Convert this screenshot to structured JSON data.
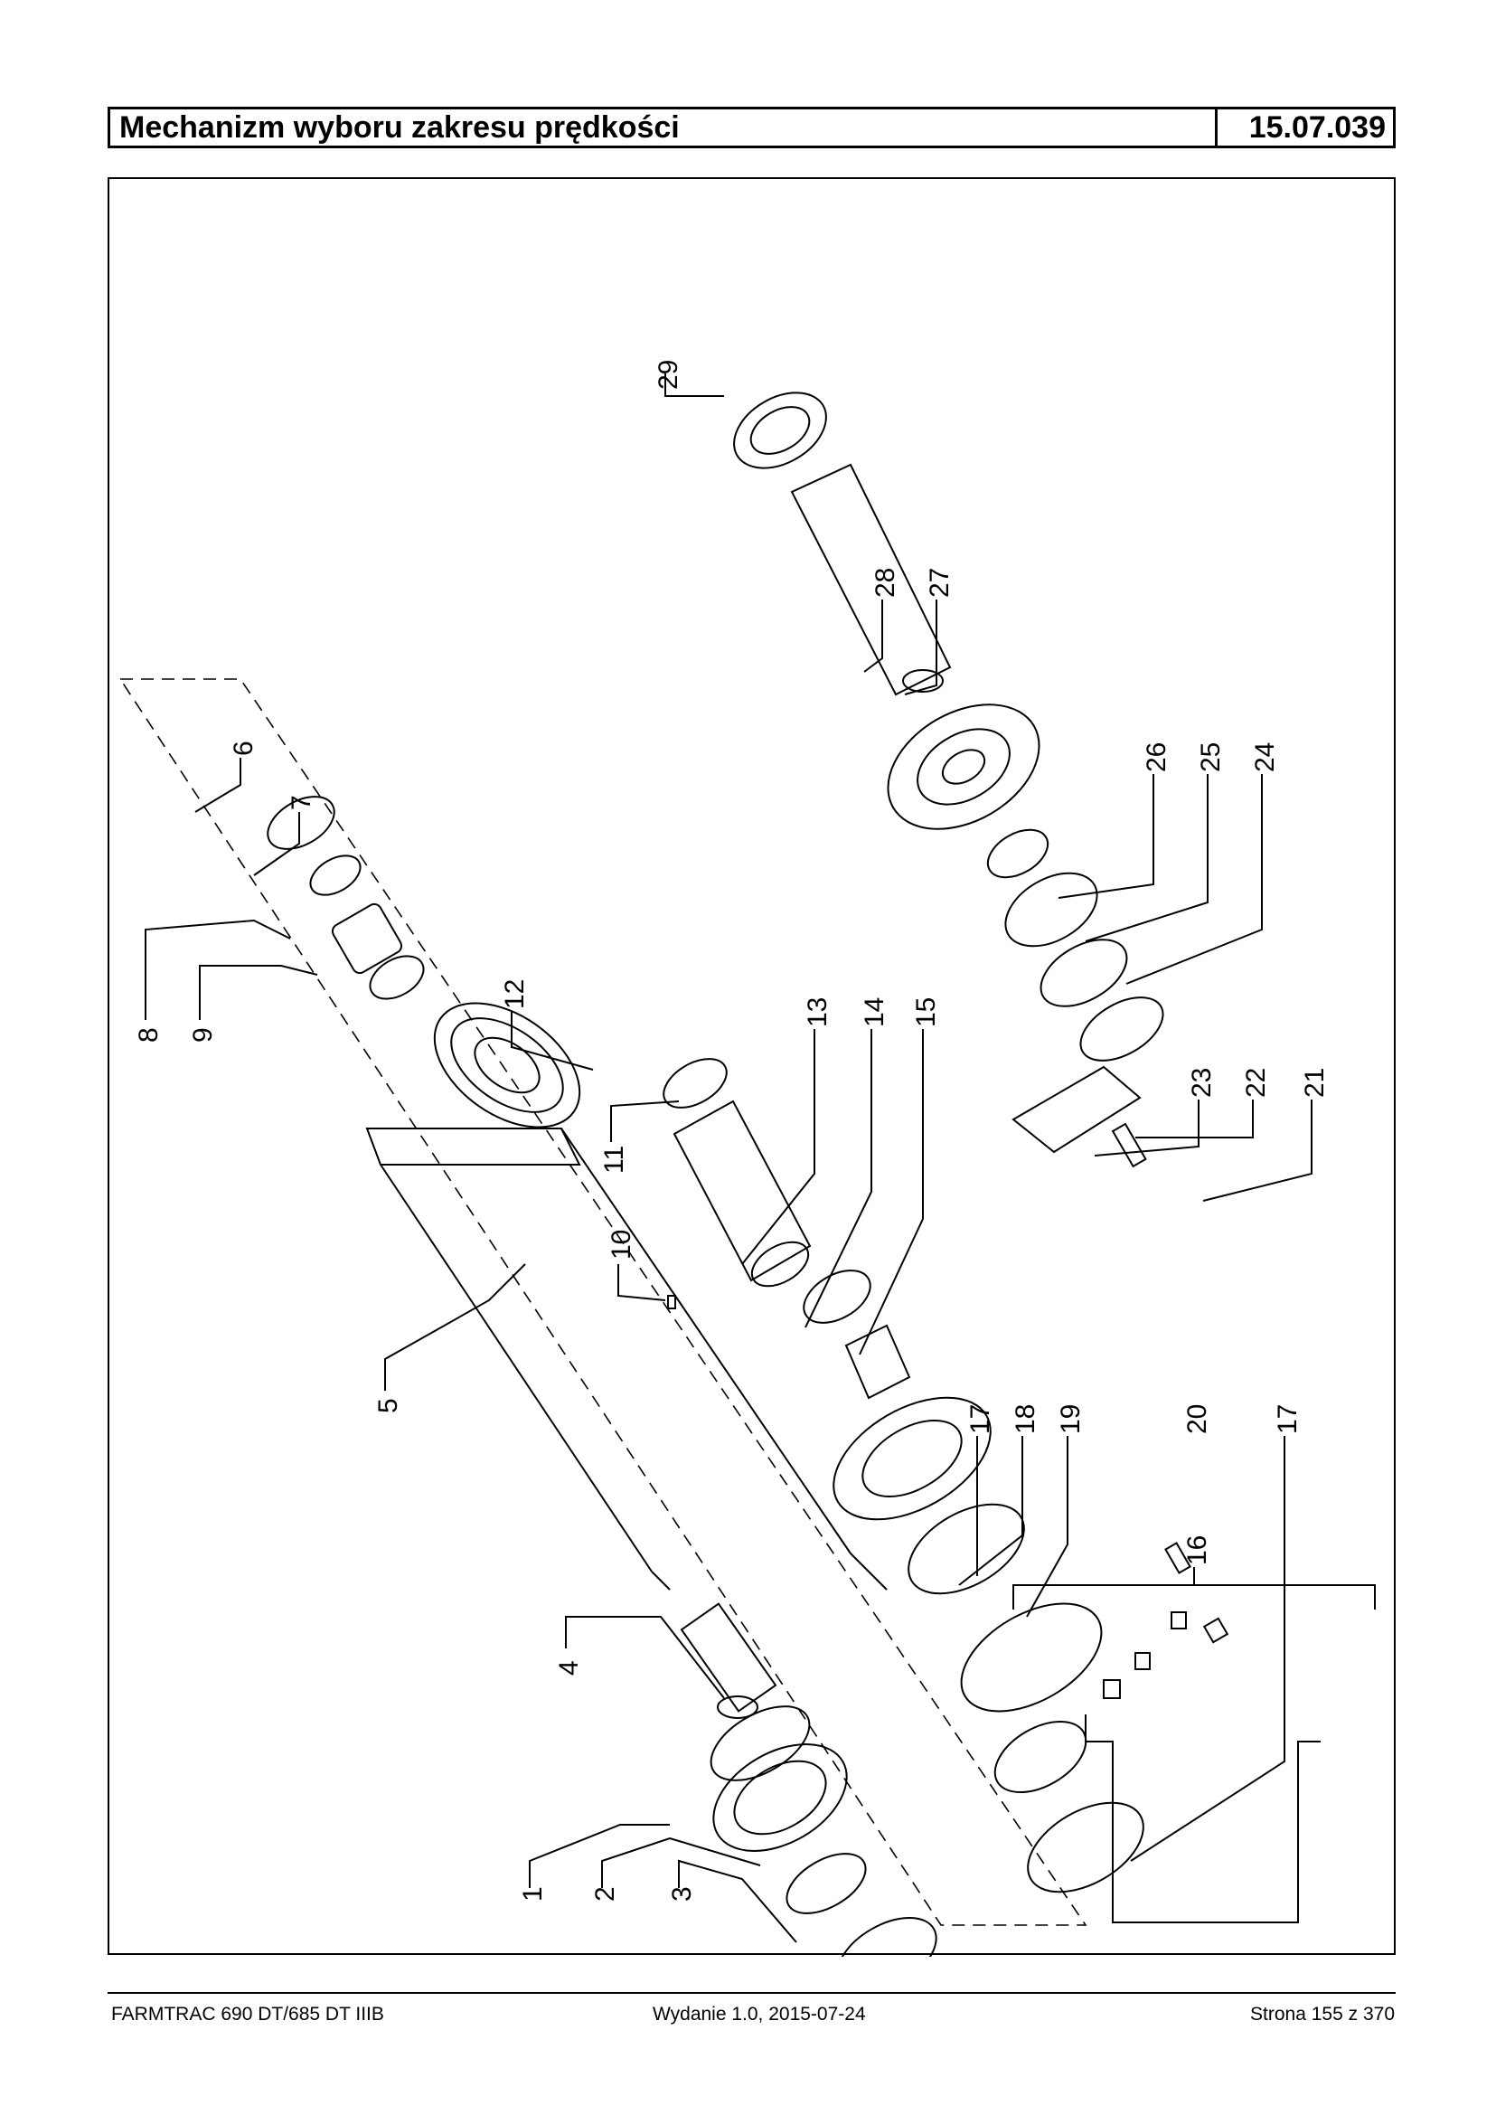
{
  "header": {
    "title": "Mechanizm wyboru zakresu prędkości",
    "code": "15.07.039"
  },
  "diagram": {
    "part_numbers": [
      "1",
      "2",
      "3",
      "4",
      "5",
      "6",
      "7",
      "8",
      "9",
      "10",
      "11",
      "12",
      "13",
      "14",
      "15",
      "16",
      "17",
      "18",
      "19",
      "20",
      "17",
      "21",
      "22",
      "23",
      "24",
      "25",
      "26",
      "27",
      "28",
      "29"
    ]
  },
  "footer": {
    "model": "FARMTRAC 690 DT/685 DT IIIB",
    "edition": "Wydanie 1.0,  2015-07-24",
    "page": "Strona 155 z 370"
  }
}
